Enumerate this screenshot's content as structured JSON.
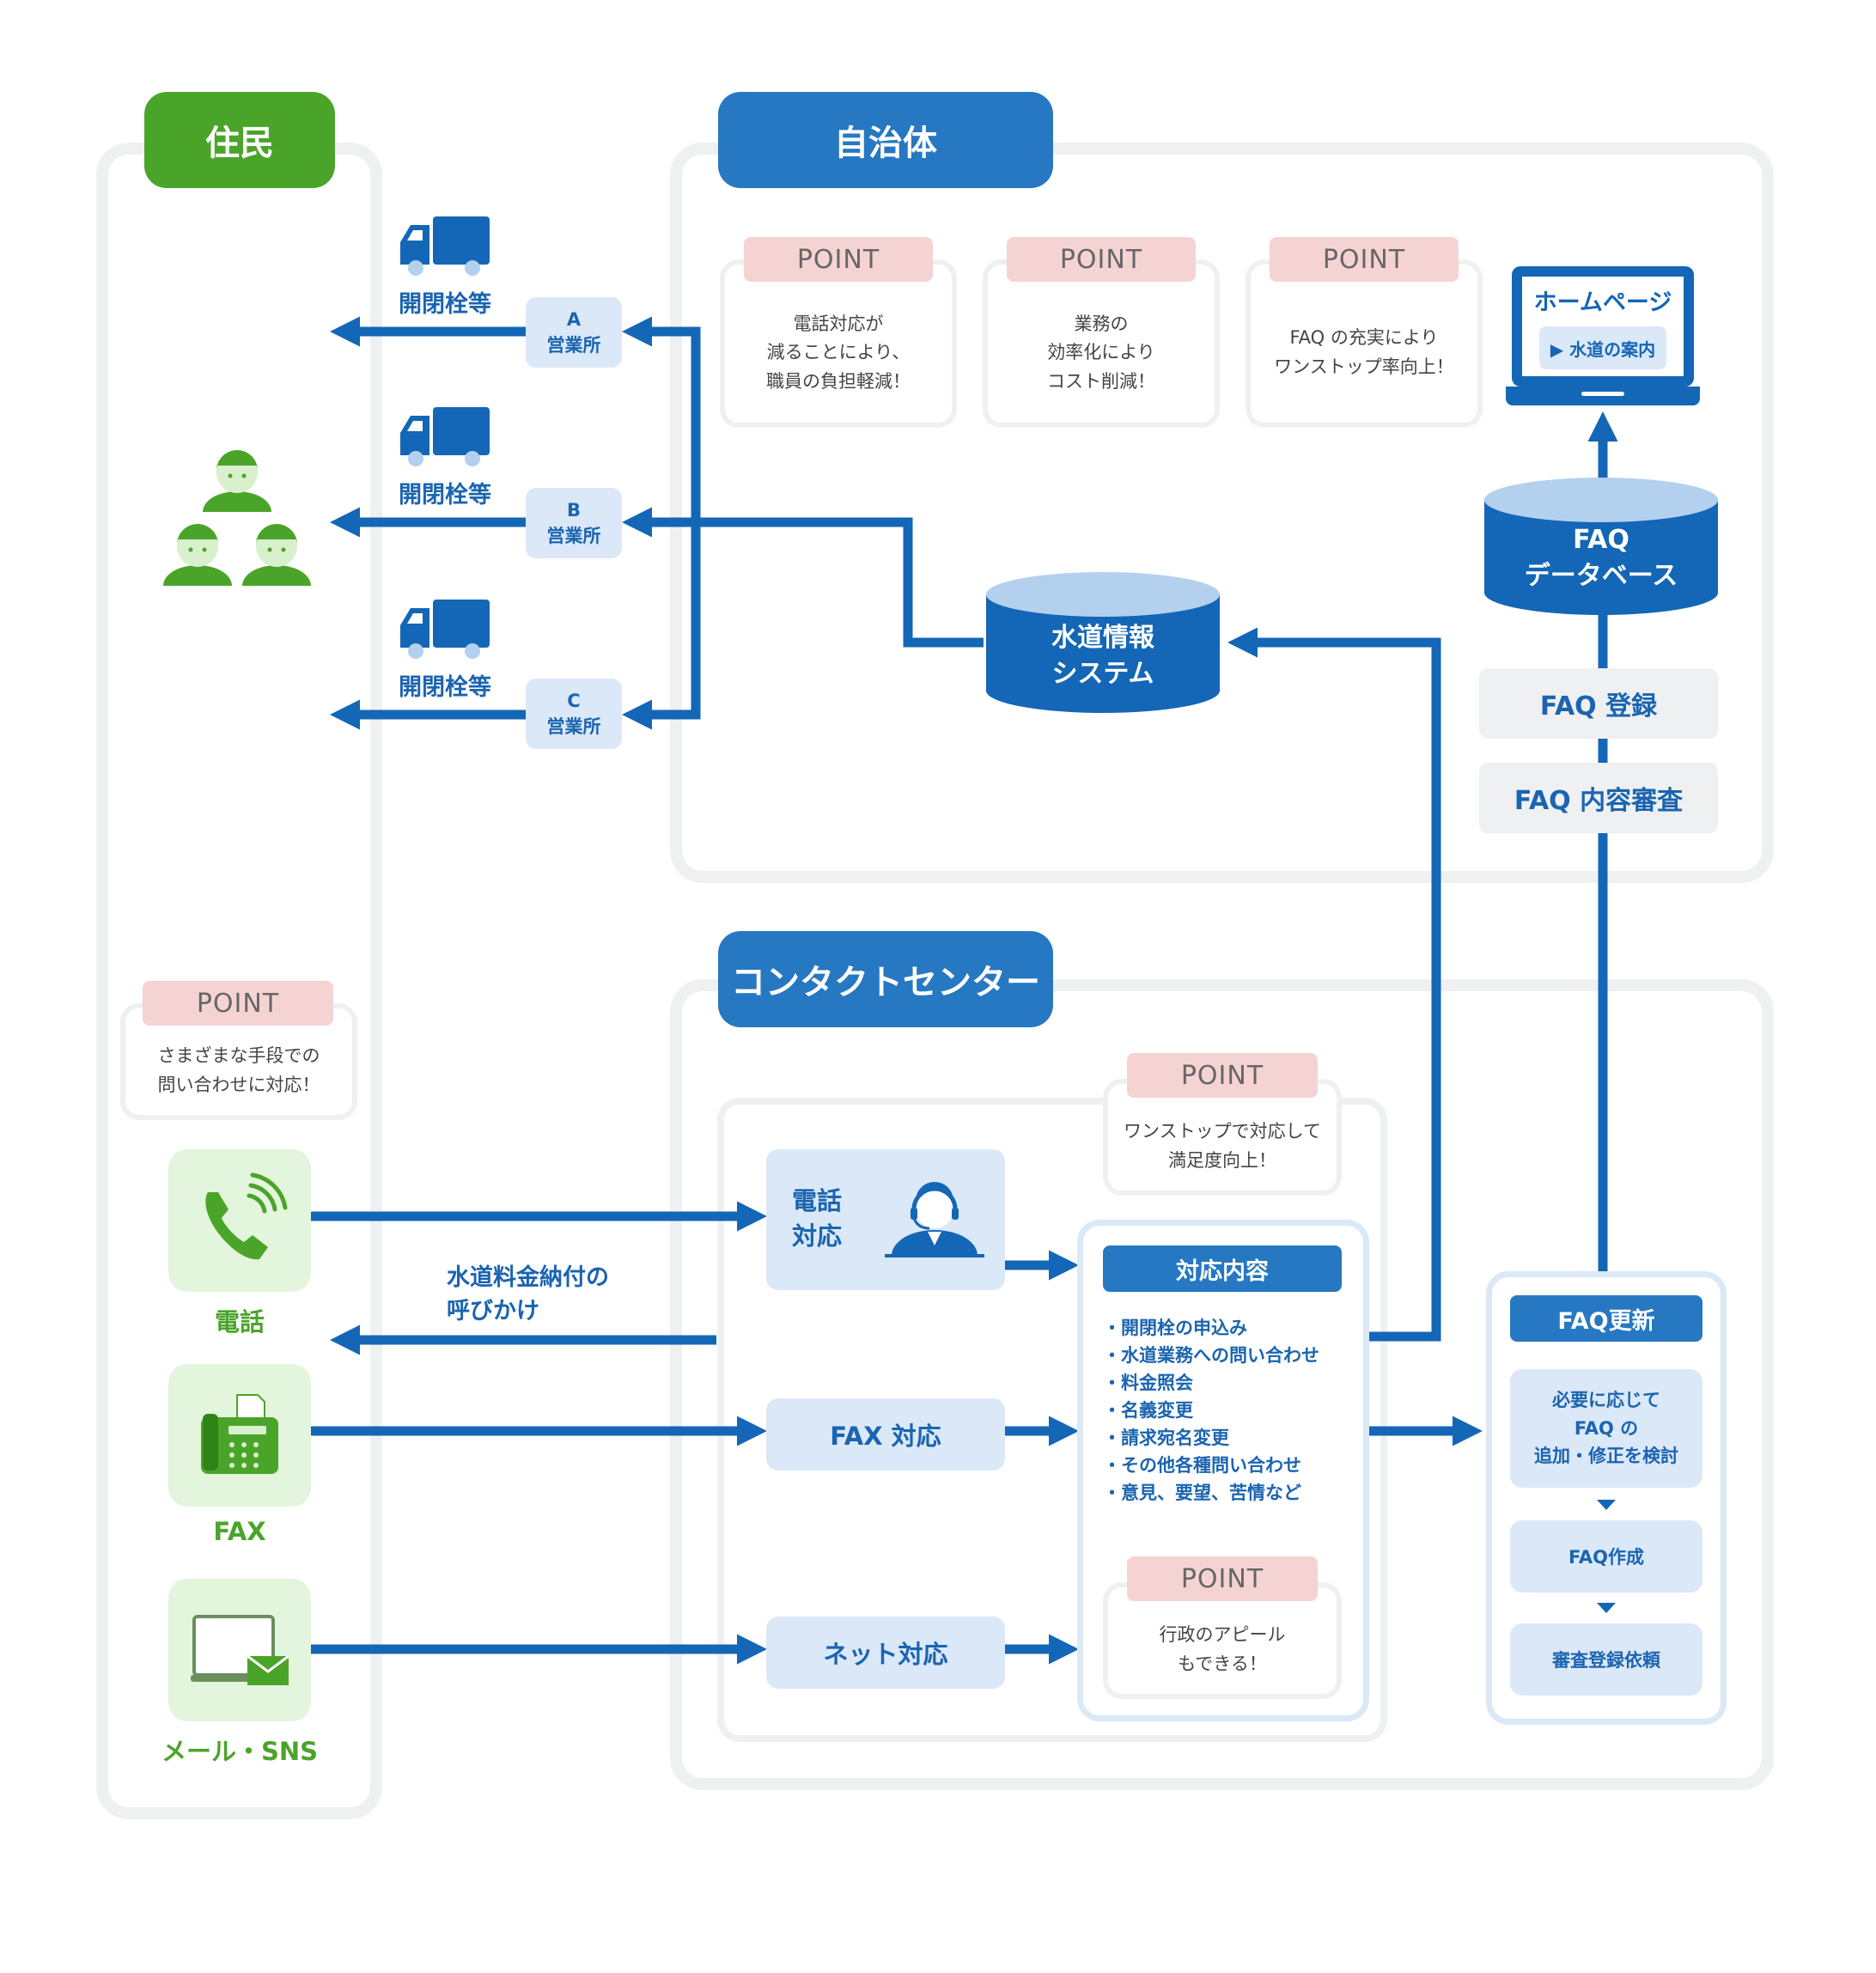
{
  "residents": {
    "title": "住民"
  },
  "municipality": {
    "title": "自治体"
  },
  "contact_center": {
    "title": "コンタクトセンター"
  },
  "point_tag": "POINT",
  "municipality_points": [
    {
      "text": "電話対応が\n減ることにより、\n職員の負担軽減！"
    },
    {
      "text": "業務の\n効率化により\nコスト削減！"
    },
    {
      "text": "FAQ の充実により\nワンストップ率向上！"
    }
  ],
  "homepage": {
    "title": "ホームページ",
    "link": "▶ 水道の案内"
  },
  "faq_db": {
    "label": "FAQ\nデータベース"
  },
  "faq_register": "FAQ 登録",
  "faq_review": "FAQ 内容審査",
  "water_system": {
    "label": "水道情報\nシステム"
  },
  "trucks": [
    {
      "label": "開閉栓等"
    },
    {
      "label": "開閉栓等"
    },
    {
      "label": "開閉栓等"
    }
  ],
  "offices": [
    {
      "label": "A\n営業所"
    },
    {
      "label": "B\n営業所"
    },
    {
      "label": "C\n営業所"
    }
  ],
  "residents_point": "さまざまな手段での\n問い合わせに対応！",
  "channels": [
    {
      "label": "電話",
      "icon": "phone-icon"
    },
    {
      "label": "FAX",
      "icon": "fax-icon"
    },
    {
      "label": "メール・SNS",
      "icon": "mail-icon"
    }
  ],
  "payment_call": "水道料金納付の\n呼びかけ",
  "phone_support": "電話\n対応",
  "fax_support": "FAX 対応",
  "net_support": "ネット対応",
  "cc_point_top": "ワンストップで対応して\n満足度向上！",
  "cc_point_bottom": "行政のアピール\nもできる！",
  "support_content": {
    "title": "対応内容",
    "items": [
      "・開閉栓の申込み",
      "・水道業務への問い合わせ",
      "・料金照会",
      "・名義変更",
      "・請求宛名変更",
      "・その他各種問い合わせ",
      "・意見、要望、苦情など"
    ]
  },
  "faq_update": {
    "title": "FAQ更新",
    "steps": [
      "必要に応じて\nFAQ の\n追加・修正を検討",
      "FAQ作成",
      "審査登録依頼"
    ]
  },
  "colors": {
    "green": "#4ba42a",
    "blue": "#2678c2",
    "arrow": "#1466b6",
    "light_blue": "#dbe8f8",
    "pink": "#f6d3d3"
  }
}
